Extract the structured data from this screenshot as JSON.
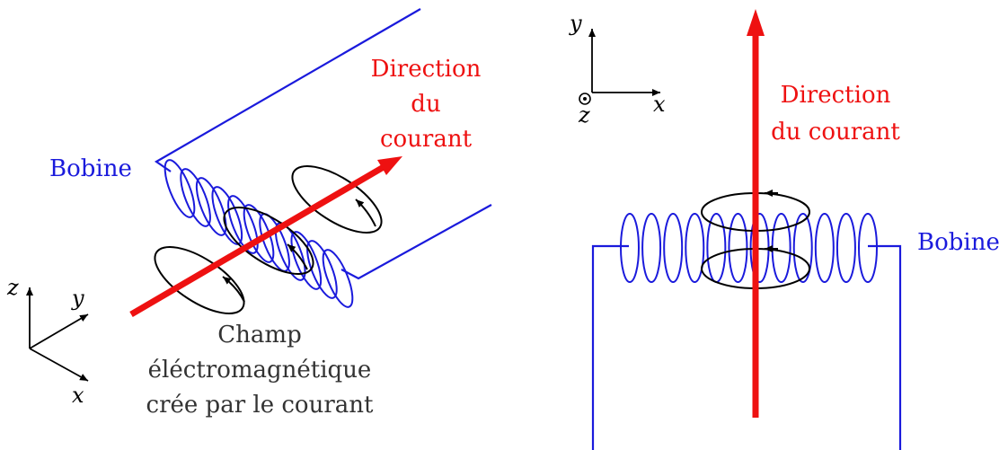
{
  "colors": {
    "coil": "#1a1adc",
    "current": "#ee1111",
    "field": "#000000",
    "label_text": "#333333"
  },
  "left": {
    "coil_label": "Bobine",
    "current_label": [
      "Direction",
      "du",
      "courant"
    ],
    "field_label": [
      "Champ",
      "éléctromagnétique",
      "crée par le courant"
    ],
    "axes": {
      "x": "x",
      "y": "y",
      "z": "z"
    }
  },
  "right": {
    "coil_label": "Bobine",
    "current_label": [
      "Direction",
      "du courant"
    ],
    "axes": {
      "x": "x",
      "y": "y",
      "z": "z"
    }
  }
}
